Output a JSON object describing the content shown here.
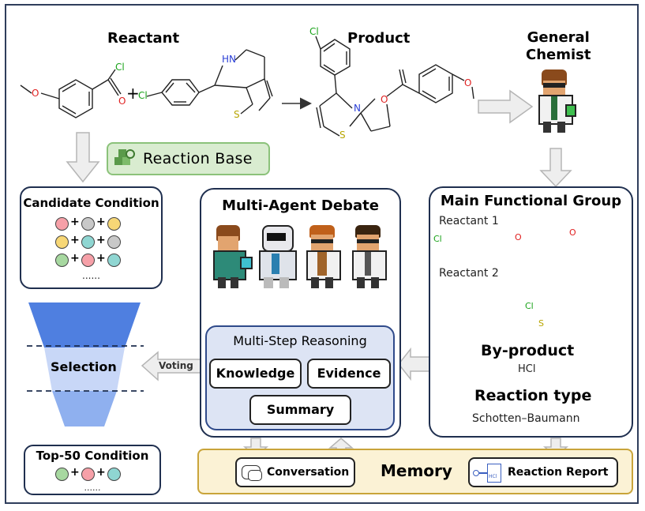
{
  "reactant": {
    "title": "Reactant",
    "plus": "+",
    "cl_label": "Cl",
    "o_label": "O",
    "nh_label": "HN",
    "s_label": "S"
  },
  "product": {
    "title": "Product",
    "cl_label": "Cl",
    "o_label": "O",
    "n_label": "N",
    "s_label": "S"
  },
  "general_chemist": {
    "title_line1": "General",
    "title_line2": "Chemist"
  },
  "reaction_base": {
    "label": "Reaction Base"
  },
  "candidate": {
    "title": "Candidate Condition",
    "ellipsis": "......",
    "rows": [
      [
        "#f6a0a8",
        "#c8c8c8",
        "#f7d776"
      ],
      [
        "#f7d776",
        "#8fd6d2",
        "#c8c8c8"
      ],
      [
        "#a7d8a0",
        "#f6a0a8",
        "#8fd6d2"
      ]
    ],
    "op": "+"
  },
  "selection": {
    "label": "Selection"
  },
  "voting": {
    "label": "Voting"
  },
  "top50": {
    "title": "Top-50 Condition",
    "ellipsis": "......",
    "row": [
      "#a7d8a0",
      "#f6a0a8",
      "#8fd6d2"
    ],
    "op": "+"
  },
  "debate": {
    "title": "Multi-Agent Debate"
  },
  "reasoning": {
    "title": "Multi-Step Reasoning",
    "knowledge": "Knowledge",
    "evidence": "Evidence",
    "summary": "Summary"
  },
  "functional_group": {
    "title": "Main Functional Group",
    "reactant1": "Reactant 1",
    "reactant2": "Reactant 2",
    "cl1": "Cl",
    "o1": "O",
    "o2": "O",
    "cl2": "Cl",
    "s": "S",
    "byproduct_title": "By-product",
    "byproduct_value": "HCl",
    "type_title": "Reaction type",
    "type_value": "Schotten–Baumann"
  },
  "memory": {
    "title": "Memory",
    "conversation": "Conversation",
    "report": "Reaction Report",
    "report_icon_text": "HCl"
  },
  "colors": {
    "frame": "#2f3e5c",
    "memory_bg": "#fbf2d5",
    "memory_border": "#c9a43a",
    "reasoning_bg": "#dde4f4",
    "reaction_base_bg": "#d9ecd0",
    "funnel": "#4f7fe0",
    "chlorine": "#1aa31a",
    "oxygen": "#e02020",
    "nitrogen": "#2a3fd6",
    "sulfur": "#b8a500"
  }
}
